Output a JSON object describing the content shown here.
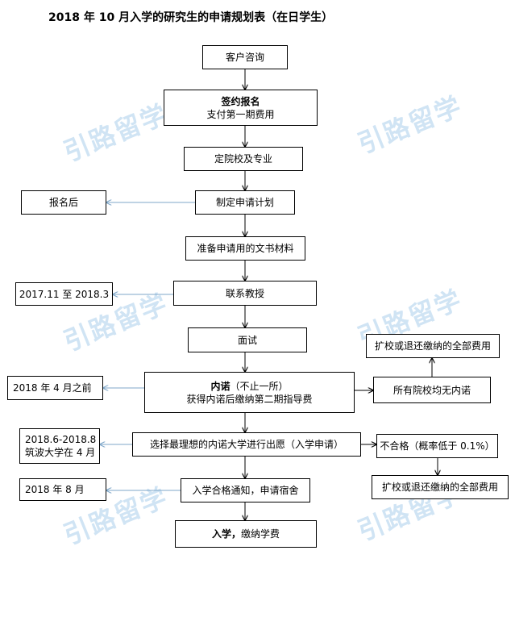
{
  "title": "2018 年 10 月入学的研究生的申请规划表（在日学生）",
  "watermark": "引路留学",
  "colors": {
    "border": "#000000",
    "arrow_main": "#000000",
    "arrow_side": "#7fa7c9",
    "watermark": "#96c3e6"
  },
  "steps": {
    "consult": "客户咨询",
    "sign_line1": "签约报名",
    "sign_line2": "支付第一期费用",
    "choose": "定院校及专业",
    "plan": "制定申请计划",
    "docs": "准备申请用的文书材料",
    "contact": "联系教授",
    "interview": "面试",
    "naidaku_bold": "内诺",
    "naidaku_rest": "（不止一所）",
    "naidaku_line2": "获得内诺后缴纳第二期指导费",
    "apply": "选择最理想的内诺大学进行出愿（入学申请）",
    "notice": "入学合格通知，申请宿舍",
    "enroll_bold": "入学，",
    "enroll_rest": "缴纳学费"
  },
  "side": {
    "after_signup": "报名后",
    "contact_time": "2017.11 至 2018.3",
    "naidaku_time": "2018 年 4 月之前",
    "apply_time_line1": "2018.6-2018.8",
    "apply_time_line2": "筑波大学在 4 月",
    "notice_time": "2018 年 8 月",
    "refund_top": "扩校或退还缴纳的全部费用",
    "no_naidaku": "所有院校均无内诺",
    "fail": "不合格（概率低于 0.1%）",
    "refund_bottom": "扩校或退还缴纳的全部费用"
  }
}
